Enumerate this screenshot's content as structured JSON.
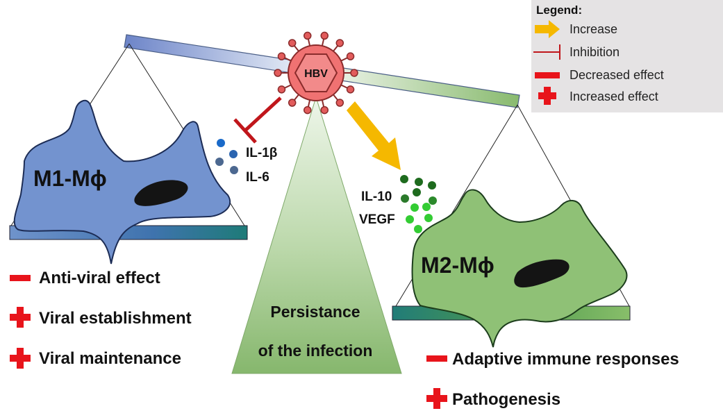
{
  "legend": {
    "title": "Legend:",
    "items": [
      {
        "symbol": "arrow-right-icon",
        "label": "Increase",
        "color": "#F5B800"
      },
      {
        "symbol": "inhibition-icon",
        "label": "Inhibition",
        "color": "#C0161B"
      },
      {
        "symbol": "minus-icon",
        "label": "Decreased effect",
        "color": "#E8141B"
      },
      {
        "symbol": "plus-icon",
        "label": "Increased effect",
        "color": "#E8141B"
      }
    ]
  },
  "virus": {
    "label": "HBV",
    "color": "#F07272"
  },
  "m1": {
    "label": "M1-Mϕ",
    "cytokines": [
      "IL-1β",
      "IL-6"
    ],
    "effects": [
      {
        "sign": "minus",
        "text": "Anti-viral effect"
      },
      {
        "sign": "plus",
        "text": "Viral establishment"
      },
      {
        "sign": "plus",
        "text": "Viral maintenance"
      }
    ],
    "color": "#6F8FC9"
  },
  "m2": {
    "label": "M2-Mϕ",
    "cytokines": [
      "IL-10",
      "VEGF"
    ],
    "effects": [
      {
        "sign": "minus",
        "text": "Adaptive immune responses"
      },
      {
        "sign": "plus",
        "text": "Pathogenesis"
      }
    ],
    "color": "#8DBE74"
  },
  "center": {
    "lines": [
      "Persistance",
      "of the infection"
    ]
  }
}
